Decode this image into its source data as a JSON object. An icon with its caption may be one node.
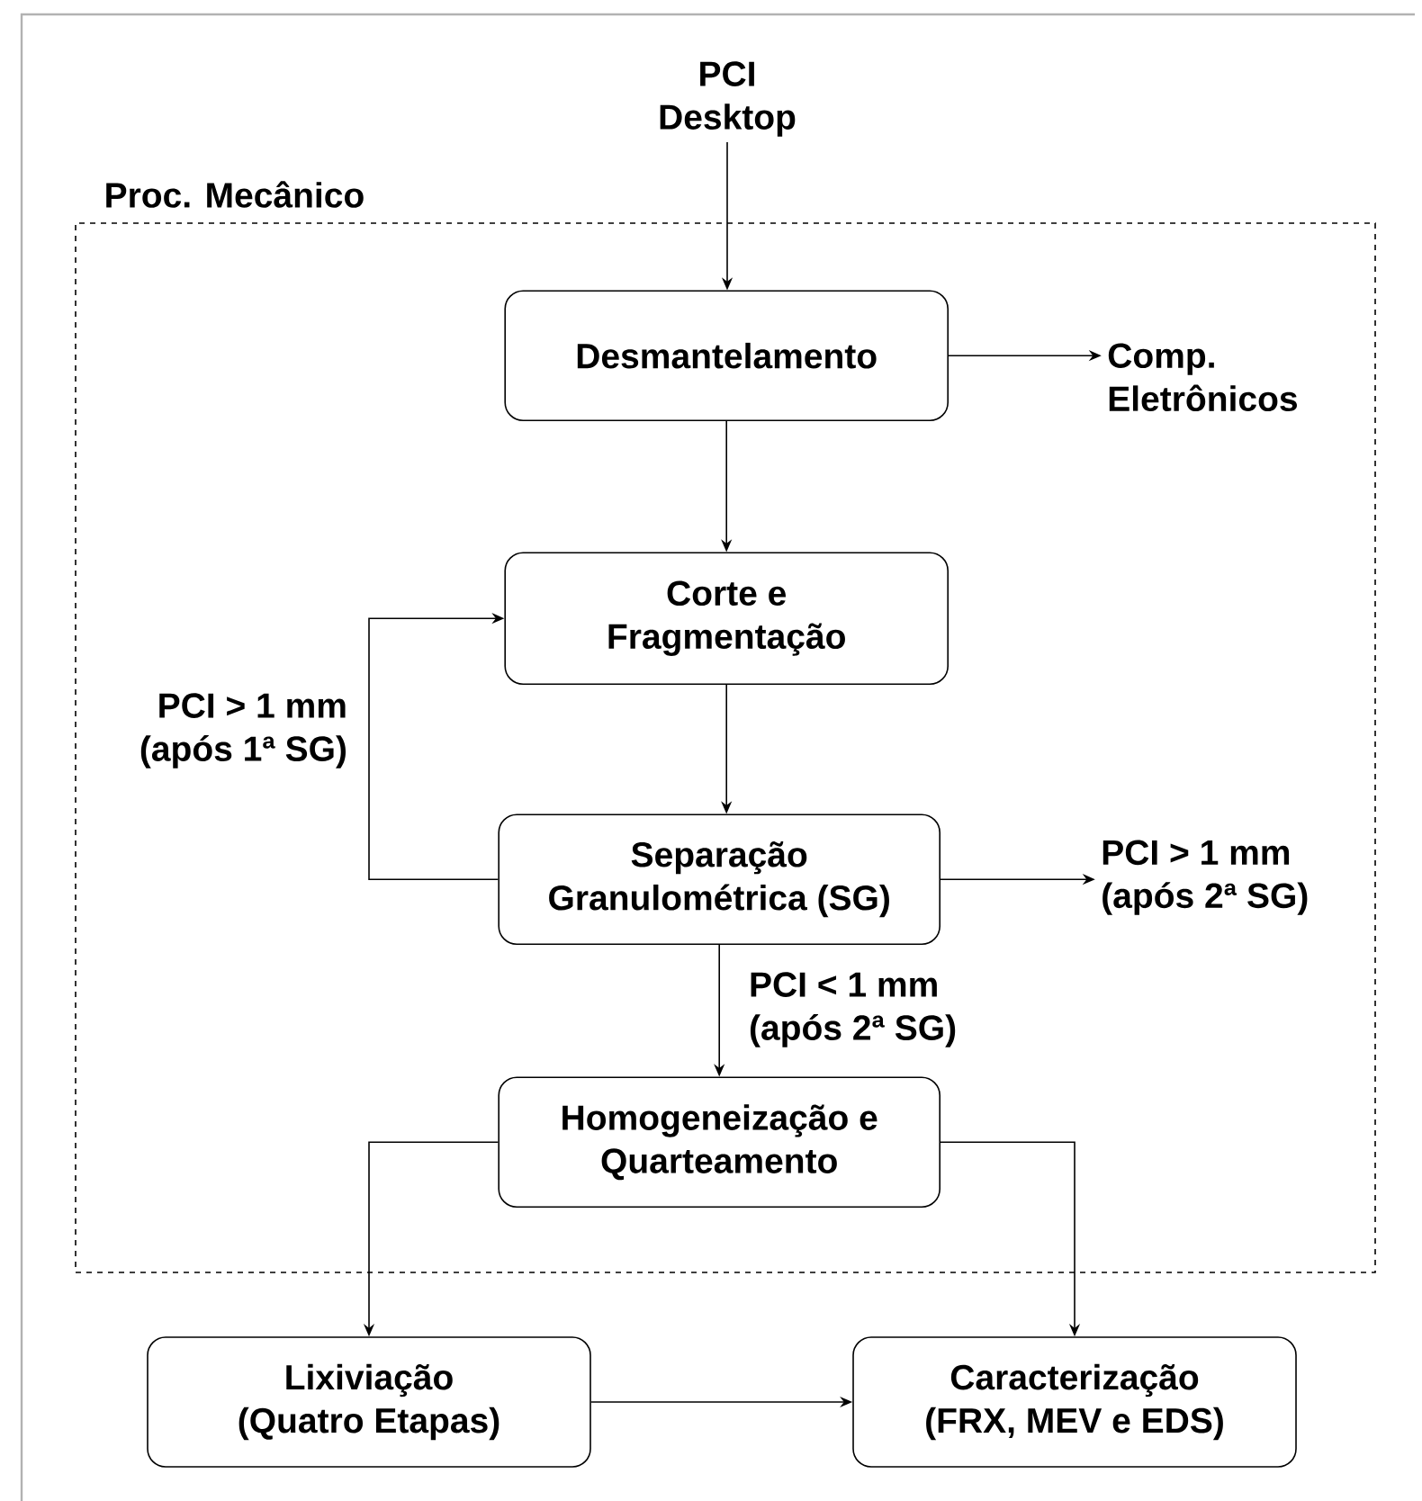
{
  "diagram": {
    "nodes": [
      {
        "text": [
          "Proc. Mecânico"
        ]
      },
      {
        "text": [
          "PCI Desktop"
        ]
      },
      {
        "text": [
          "Desmantelamento"
        ],
        "in": 0
      },
      {
        "text": [
          "Comp. Eletrônicos"
        ],
        "in": 0
      },
      {
        "text": [
          "Corte e Fragmentação"
        ],
        "in": 0
      },
      {
        "text": [
          "Separação Granulométrica (SG)"
        ],
        "in": 0
      },
      {
        "text": [
          "PCI > 1 mm (após 2ª SG)"
        ],
        "in": 0
      },
      {
        "text": [
          "Homogeneização e Quarteamento"
        ],
        "in": 0
      },
      {
        "text": [
          "Lixiviação (Quatro Etapas)"
        ]
      },
      {
        "text": [
          "Caracterização (FRX, MEV e EDS)"
        ]
      }
    ],
    "edges": [
      {
        "from": 1,
        "to": 2,
        "arrow": "to"
      },
      {
        "from": 2,
        "to": 3,
        "arrow": "to"
      },
      {
        "from": 2,
        "to": 4,
        "arrow": "to"
      },
      {
        "from": 4,
        "to": 5,
        "arrow": "to"
      },
      {
        "from": 5,
        "to": 4,
        "arrow": "to",
        "label": "PCI > 1 mm (após 1ª SG)"
      },
      {
        "from": 5,
        "to": 6,
        "arrow": "to"
      },
      {
        "from": 5,
        "to": 7,
        "arrow": "to",
        "label": "PCI < 1 mm (após 2ª SG)"
      },
      {
        "from": 7,
        "to": 8,
        "arrow": "to"
      },
      {
        "from": 7,
        "to": 9,
        "arrow": "to"
      },
      {
        "from": 8,
        "to": 9,
        "arrow": "to"
      }
    ]
  }
}
